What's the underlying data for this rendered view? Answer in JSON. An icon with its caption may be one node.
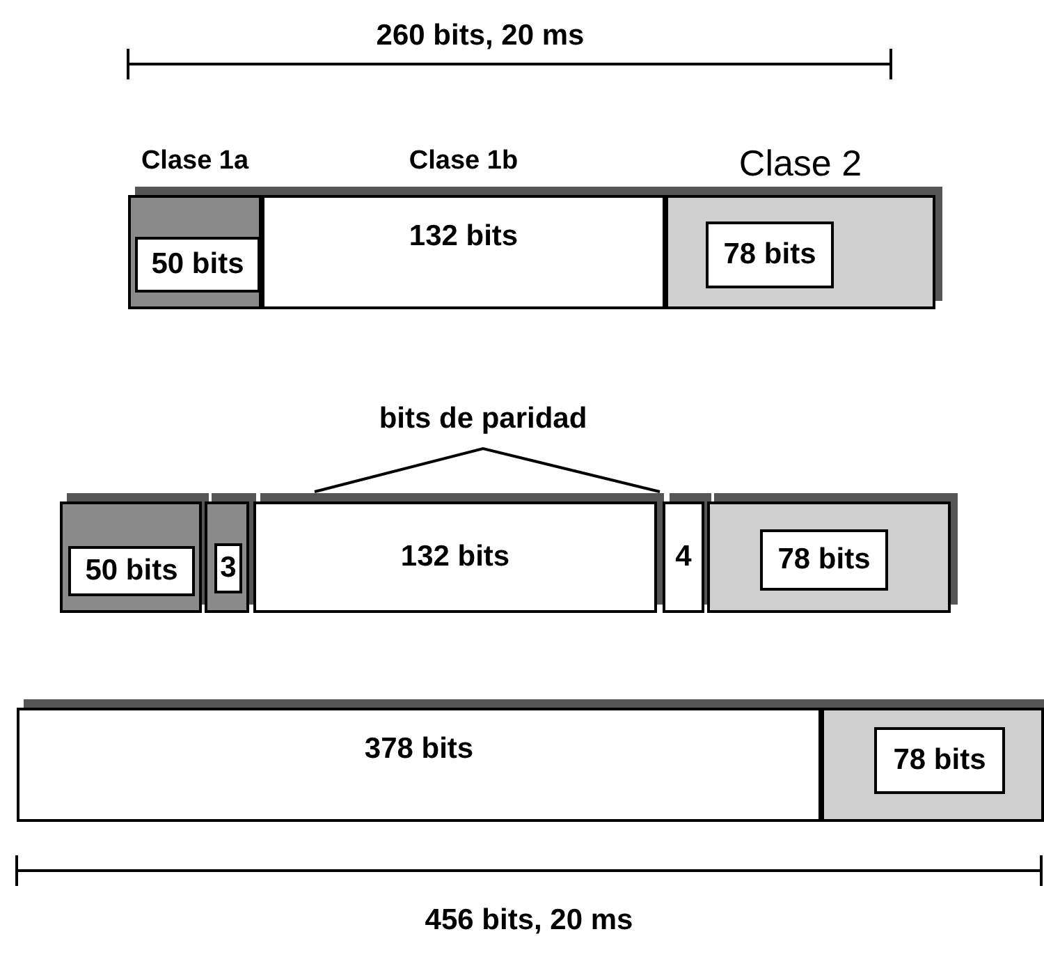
{
  "diagram": {
    "nodes": [
      {
        "text": [
          "Clase 1a"
        ]
      },
      {
        "text": [
          "50 bits"
        ],
        "in": 0
      },
      {
        "text": [
          "Clase 1b",
          "132 bits"
        ]
      },
      {
        "text": [
          "Clase 2"
        ]
      },
      {
        "text": [
          "78 bits"
        ],
        "in": 3
      },
      {
        "text": [],
        "shape": "box"
      },
      {
        "text": [
          "50 bits"
        ],
        "in": 5
      },
      {
        "text": [],
        "shape": "box"
      },
      {
        "text": [
          "3"
        ],
        "in": 7
      },
      {
        "text": [
          "132 bits"
        ]
      },
      {
        "text": [
          "4"
        ]
      },
      {
        "text": [],
        "shape": "box"
      },
      {
        "text": [
          "78 bits"
        ],
        "in": 11
      },
      {
        "text": [
          "378 bits"
        ]
      },
      {
        "text": [],
        "shape": "box"
      },
      {
        "text": [
          "78 bits"
        ],
        "in": 14
      }
    ],
    "labels": [
      "260 bits, 20 ms",
      "bits de paridad",
      "456 bits, 20 ms"
    ]
  }
}
